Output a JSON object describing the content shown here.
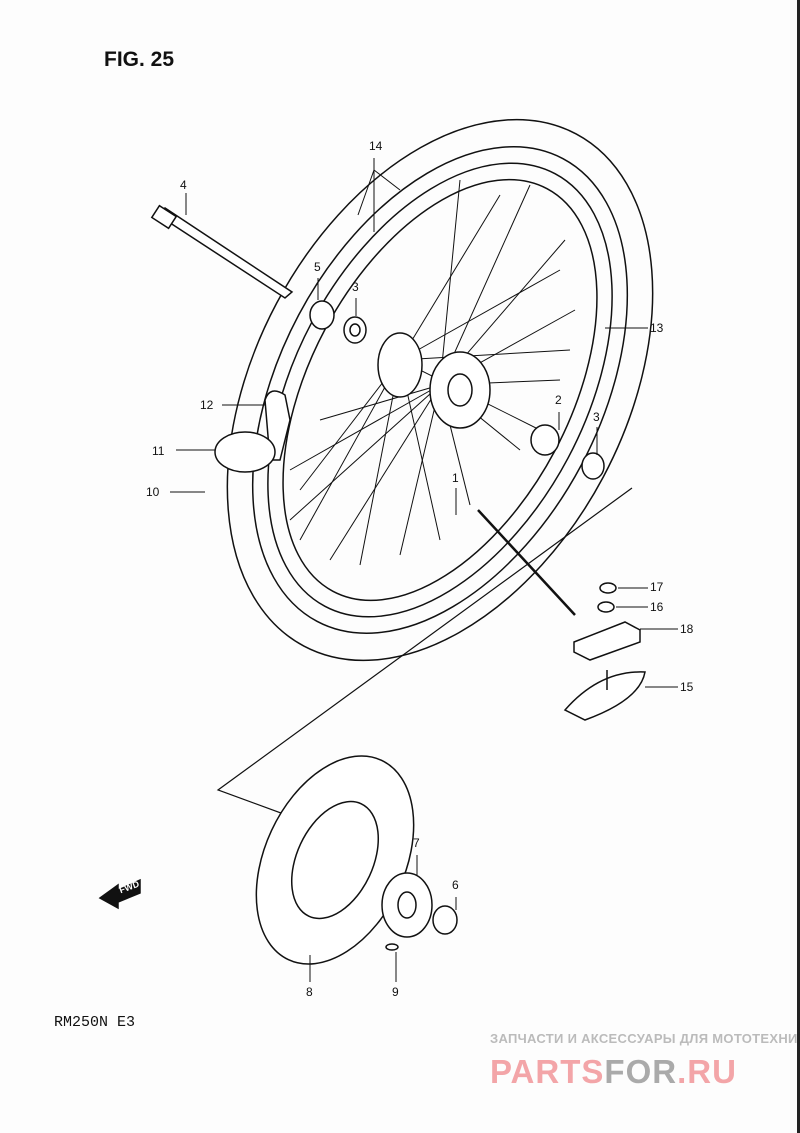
{
  "figure_title": "FIG. 25",
  "model_code": "RM250N  E3",
  "fwd_label": "FWD",
  "callouts": [
    "14",
    "4",
    "5",
    "3",
    "12",
    "11",
    "10",
    "13",
    "2",
    "3",
    "1",
    "17",
    "16",
    "18",
    "15",
    "7",
    "6",
    "8",
    "9"
  ],
  "watermark": {
    "tagline": "ЗАПЧАСТИ И АКСЕССУАРЫ ДЛЯ МОТОТЕХНИКИ",
    "brand_part1": "PARTS",
    "brand_part2": "FOR",
    "brand_part3": ".RU"
  }
}
